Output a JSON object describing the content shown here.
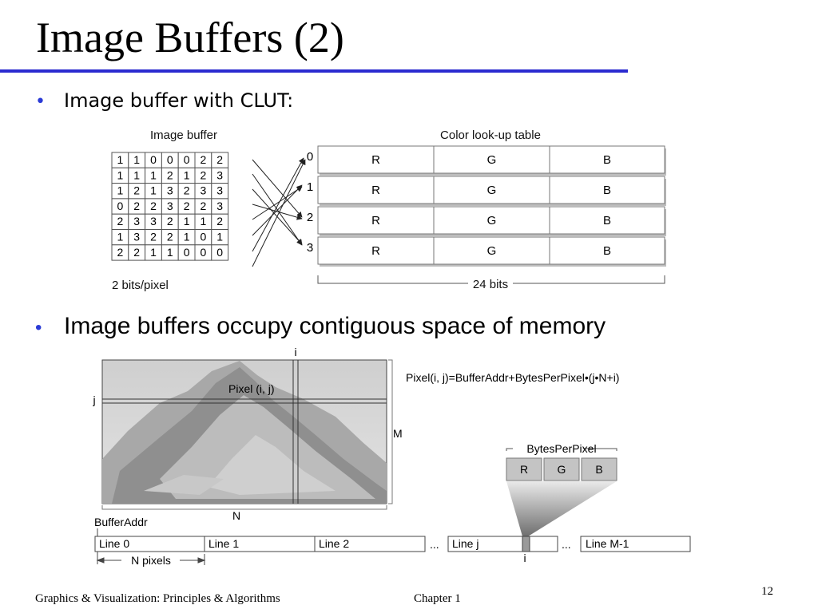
{
  "slide": {
    "title": "Image Buffers (2)",
    "bullets": [
      "Image buffer with CLUT:",
      "Image buffers occupy contiguous space of memory"
    ],
    "accent_color": "#2b2bd0",
    "bullet_color": "#2b3bd6"
  },
  "clut_figure": {
    "buffer_title": "Image buffer",
    "buffer_caption": "2 bits/pixel",
    "grid": [
      [
        "1",
        "1",
        "0",
        "0",
        "0",
        "2",
        "2"
      ],
      [
        "1",
        "1",
        "1",
        "2",
        "1",
        "2",
        "3"
      ],
      [
        "1",
        "2",
        "1",
        "3",
        "2",
        "3",
        "3"
      ],
      [
        "0",
        "2",
        "2",
        "3",
        "2",
        "2",
        "3"
      ],
      [
        "2",
        "3",
        "3",
        "2",
        "1",
        "1",
        "2"
      ],
      [
        "1",
        "3",
        "2",
        "2",
        "1",
        "0",
        "1"
      ],
      [
        "2",
        "2",
        "1",
        "1",
        "0",
        "0",
        "0"
      ]
    ],
    "table_title": "Color look-up table",
    "indices": [
      "0",
      "1",
      "2",
      "3"
    ],
    "channels": [
      "R",
      "G",
      "B"
    ],
    "width_label": "24 bits"
  },
  "memory_figure": {
    "i_label": "i",
    "j_label": "j",
    "pixel_label": "Pixel (i, j)",
    "formula": "Pixel(i, j)=BufferAddr+BytesPerPixel•(j•N+i)",
    "m_label": "M",
    "n_label": "N",
    "bpp_label": "BytesPerPixel",
    "bpp_channels": [
      "R",
      "G",
      "B"
    ],
    "buffer_addr": "BufferAddr",
    "lines": [
      "Line 0",
      "Line 1",
      "Line 2",
      "Line j",
      "Line M-1"
    ],
    "ellipsis": "...",
    "npixels_label": "N pixels",
    "i_bottom": "i"
  },
  "footer": {
    "book": "Graphics & Visualization: Principles & Algorithms",
    "chapter": "Chapter 1",
    "page": "12"
  }
}
